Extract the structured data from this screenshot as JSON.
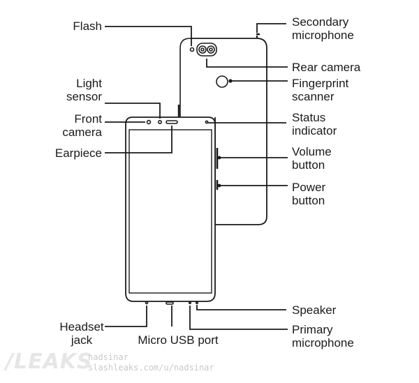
{
  "labels": {
    "flash": [
      "Flash"
    ],
    "light_sensor": [
      "Light",
      "sensor"
    ],
    "front_camera": [
      "Front",
      "camera"
    ],
    "earpiece": [
      "Earpiece"
    ],
    "secondary_microphone": [
      "Secondary",
      "microphone"
    ],
    "rear_camera": [
      "Rear camera"
    ],
    "fingerprint_scanner": [
      "Fingerprint",
      "scanner"
    ],
    "status_indicator": [
      "Status",
      "indicator"
    ],
    "volume_button": [
      "Volume",
      "button"
    ],
    "power_button": [
      "Power",
      "button"
    ],
    "speaker": [
      "Speaker"
    ],
    "primary_microphone": [
      "Primary",
      "microphone"
    ],
    "headset_jack": [
      "Headset",
      "jack"
    ],
    "micro_usb_port": [
      "Micro USB port"
    ]
  },
  "watermark": {
    "logo": "/LEAKS",
    "user": "nadsinar",
    "url": "slashleaks.com/u/nadsinar"
  },
  "colors": {
    "line": "#1a1a1a",
    "watermark": "#d0d0d0"
  }
}
